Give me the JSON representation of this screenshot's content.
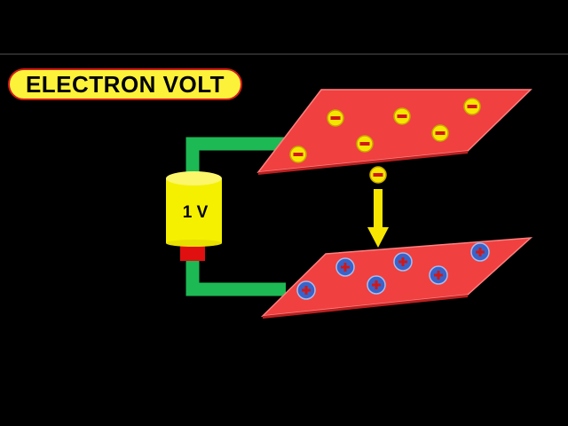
{
  "title": "ELECTRON VOLT",
  "battery": {
    "label": "1 V"
  },
  "colors": {
    "background": "#000000",
    "plate": "#f04040",
    "plate_edge": "#ff8080",
    "wire": "#1db954",
    "battery_body": "#f5f000",
    "battery_terminal": "#e01010",
    "electron": "#f7e600",
    "proton": "#3a63c9",
    "arrow": "#f7e600",
    "title_fill": "#fdf23a",
    "title_border": "#d11c1c"
  },
  "top_plate": {
    "charge": "negative",
    "particle_count": 6
  },
  "bottom_plate": {
    "charge": "positive",
    "particle_count": 6
  },
  "moving_electron": {
    "direction": "down"
  }
}
